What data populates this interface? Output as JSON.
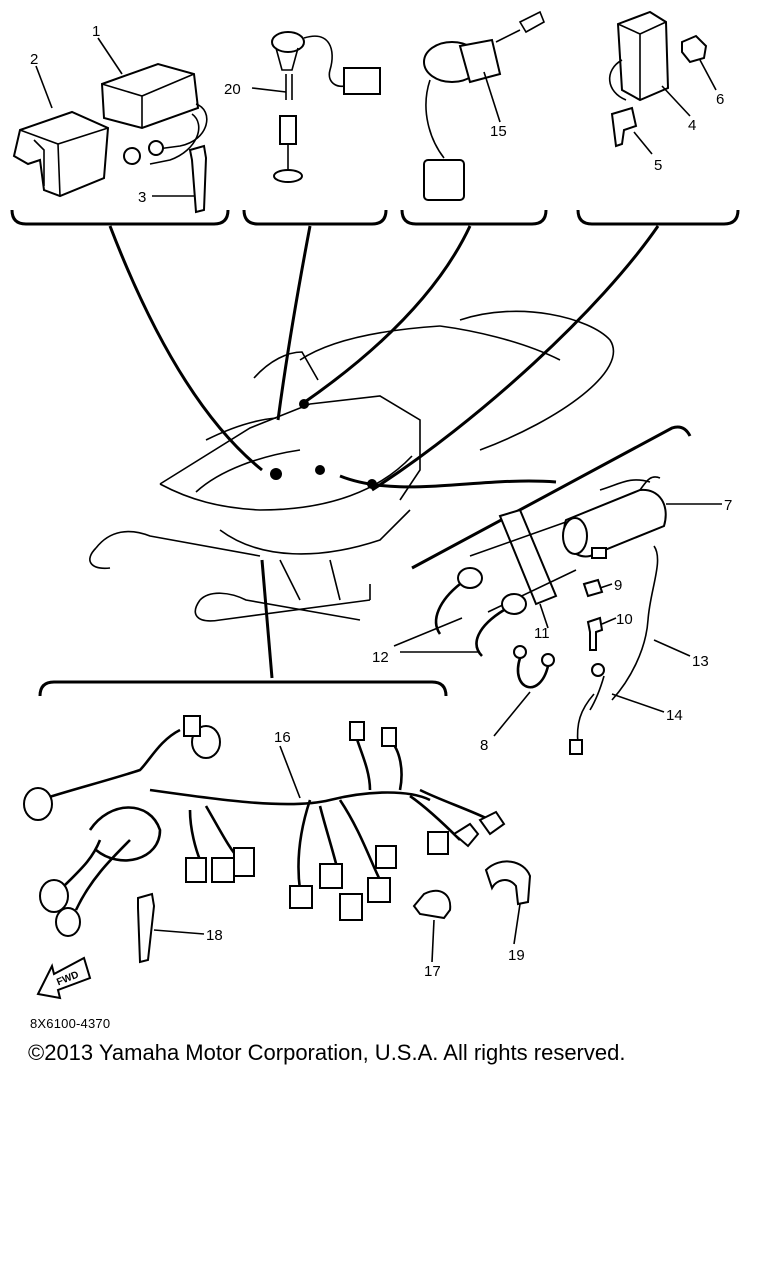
{
  "diagram": {
    "part_labels": {
      "p1": "1",
      "p2": "2",
      "p3": "3",
      "p4": "4",
      "p5": "5",
      "p6": "6",
      "p7": "7",
      "p8": "8",
      "p9": "9",
      "p10": "10",
      "p11": "11",
      "p12": "12",
      "p13": "13",
      "p14": "14",
      "p15": "15",
      "p16": "16",
      "p17": "17",
      "p18": "18",
      "p19": "19",
      "p20": "20"
    },
    "fwd_mark": "FWD"
  },
  "footer": {
    "diagram_code": "8X6100-4370",
    "copyright": "©2013 Yamaha Motor Corporation, U.S.A. All rights reserved."
  }
}
